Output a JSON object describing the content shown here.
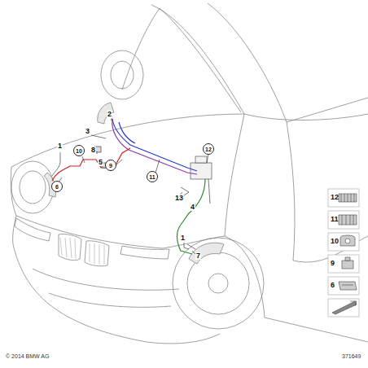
{
  "diagram": {
    "nodes": [
      {
        "text": [
          "10"
        ]
      },
      {
        "text": [
          "6"
        ]
      },
      {
        "text": [
          "9"
        ]
      },
      {
        "text": [
          "11"
        ]
      },
      {
        "text": [
          "12"
        ]
      },
      {
        "text": [
          "12"
        ]
      },
      {
        "text": [
          "11"
        ]
      },
      {
        "text": [
          "10"
        ]
      },
      {
        "text": [
          "9"
        ]
      },
      {
        "text": [
          "6"
        ]
      }
    ],
    "labels": [
      "1",
      "2",
      "3",
      "8",
      "5",
      "4",
      "13",
      "1",
      "7",
      "© 2014 BMW AG",
      "371649"
    ]
  }
}
